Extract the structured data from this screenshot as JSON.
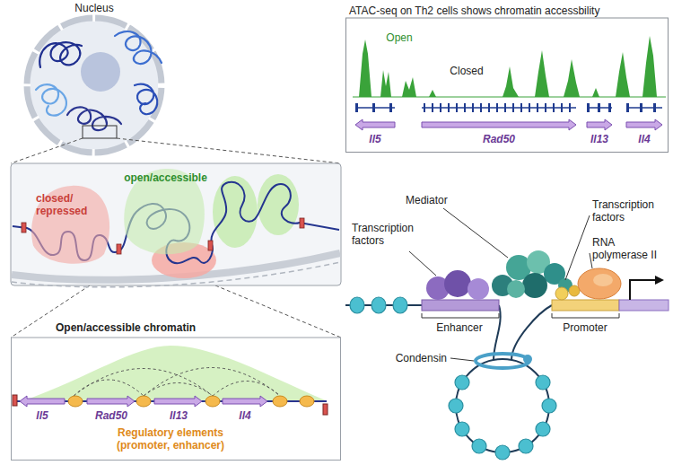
{
  "diagram": {
    "nodes": [
      {
        "text": [
          "ATAC-seq on Th2 cells shows chromatin accessbility"
        ]
      },
      {
        "text": [
          "closed/ repressed"
        ]
      },
      {
        "text": [
          "open/accessible"
        ]
      },
      {
        "text": [
          "Open/accessible chromatin"
        ]
      }
    ],
    "labels": [
      "Nucleus",
      "Open",
      "Closed",
      "Il5",
      "Rad50",
      "Il13",
      "Il4",
      "Il5",
      "Rad50",
      "Il13",
      "Il4",
      "Regulatory elements (promoter, enhancer)",
      "Mediator",
      "Transcription factors",
      "Transcription factors",
      "RNA polymerase II",
      "Enhancer",
      "Promoter",
      "Condensin"
    ]
  }
}
